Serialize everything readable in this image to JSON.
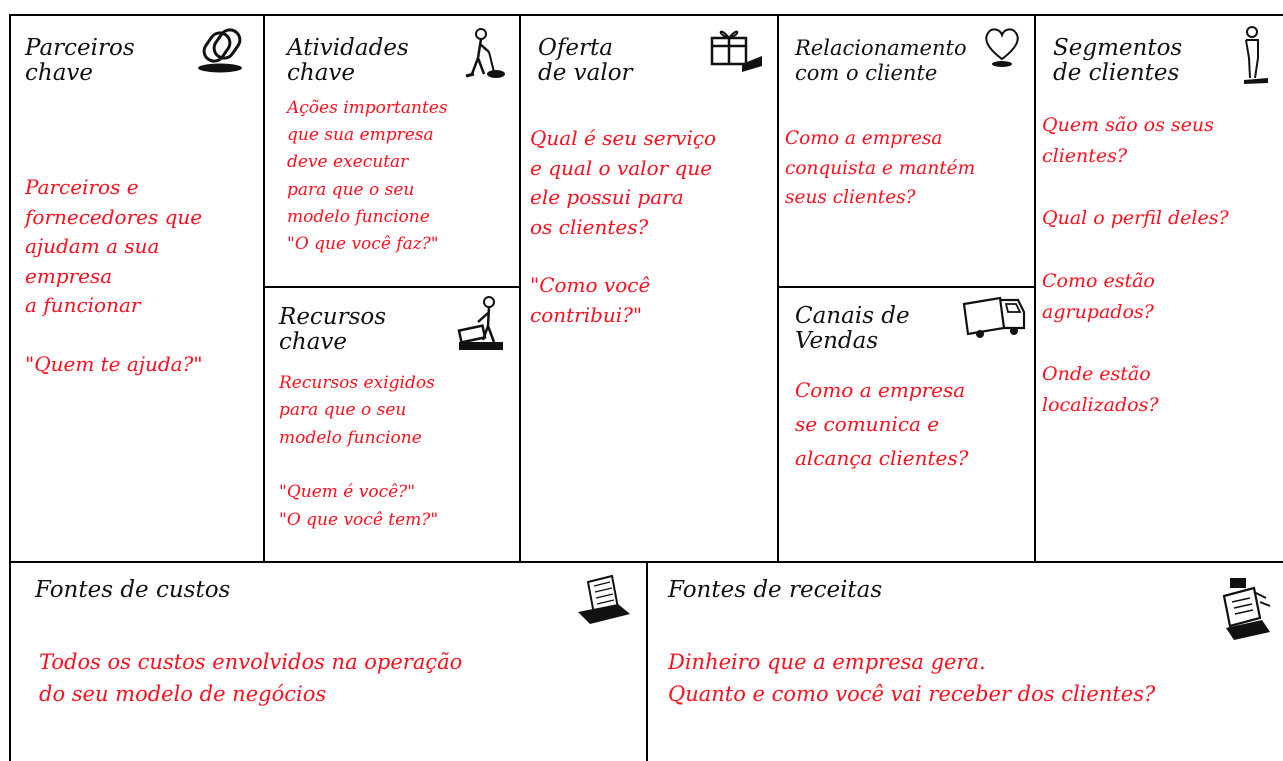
{
  "canvas": {
    "key_partners": {
      "title": [
        "Parceiros",
        "chave"
      ],
      "body": [
        "Parceiros e",
        "fornecedores que",
        "ajudam a sua",
        "empresa",
        "a funcionar",
        "",
        "\"Quem te ajuda?\""
      ],
      "icon": "chain-link-icon"
    },
    "key_activities": {
      "title": [
        "Atividades",
        "chave"
      ],
      "body": [
        "Ações importantes",
        "que sua empresa",
        "deve executar",
        "para que o seu",
        "modelo funcione",
        "\"O que você faz?\""
      ],
      "icon": "worker-vacuum-icon"
    },
    "key_resources": {
      "title": [
        "Recursos",
        "chave"
      ],
      "body": [
        "Recursos exigidos",
        "para que o seu",
        "modelo funcione",
        "",
        "\"Quem é você?\"",
        "\"O que você tem?\""
      ],
      "icon": "worker-cart-icon"
    },
    "value_proposition": {
      "title": [
        "Oferta",
        "de valor"
      ],
      "body": [
        "Qual é seu serviço",
        "e qual o valor que",
        "ele possui para",
        "os clientes?",
        "",
        "\"Como você",
        "contribui?\""
      ],
      "icon": "gift-box-icon"
    },
    "customer_relationships": {
      "title": [
        "Relacionamento",
        "com o cliente"
      ],
      "body": [
        "Como a empresa",
        "conquista e mantém",
        "seus clientes?"
      ],
      "icon": "heart-icon"
    },
    "channels": {
      "title": [
        "Canais de",
        "Vendas"
      ],
      "body": [
        "Como a empresa",
        "se comunica e",
        "alcança clientes?"
      ],
      "icon": "truck-icon"
    },
    "customer_segments": {
      "title": [
        "Segmentos",
        "de clientes"
      ],
      "body": [
        "Quem são os seus",
        "clientes?",
        "",
        "Qual o perfil deles?",
        "",
        "Como estão",
        "agrupados?",
        "",
        "Onde estão",
        "localizados?"
      ],
      "icon": "person-icon"
    },
    "cost_structure": {
      "title": [
        "Fontes de custos"
      ],
      "body": [
        "Todos os custos envolvidos na operação",
        "do seu modelo de negócios"
      ],
      "icon": "receipt-icon"
    },
    "revenue_streams": {
      "title": [
        "Fontes de receitas"
      ],
      "body": [
        "Dinheiro que a empresa gera.",
        "Quanto e como você vai receber dos clientes?"
      ],
      "icon": "cash-register-icon"
    }
  },
  "colors": {
    "accent_text": "#ff0f1f",
    "title_text": "#111111",
    "border": "#000000",
    "background": "#ffffff"
  }
}
